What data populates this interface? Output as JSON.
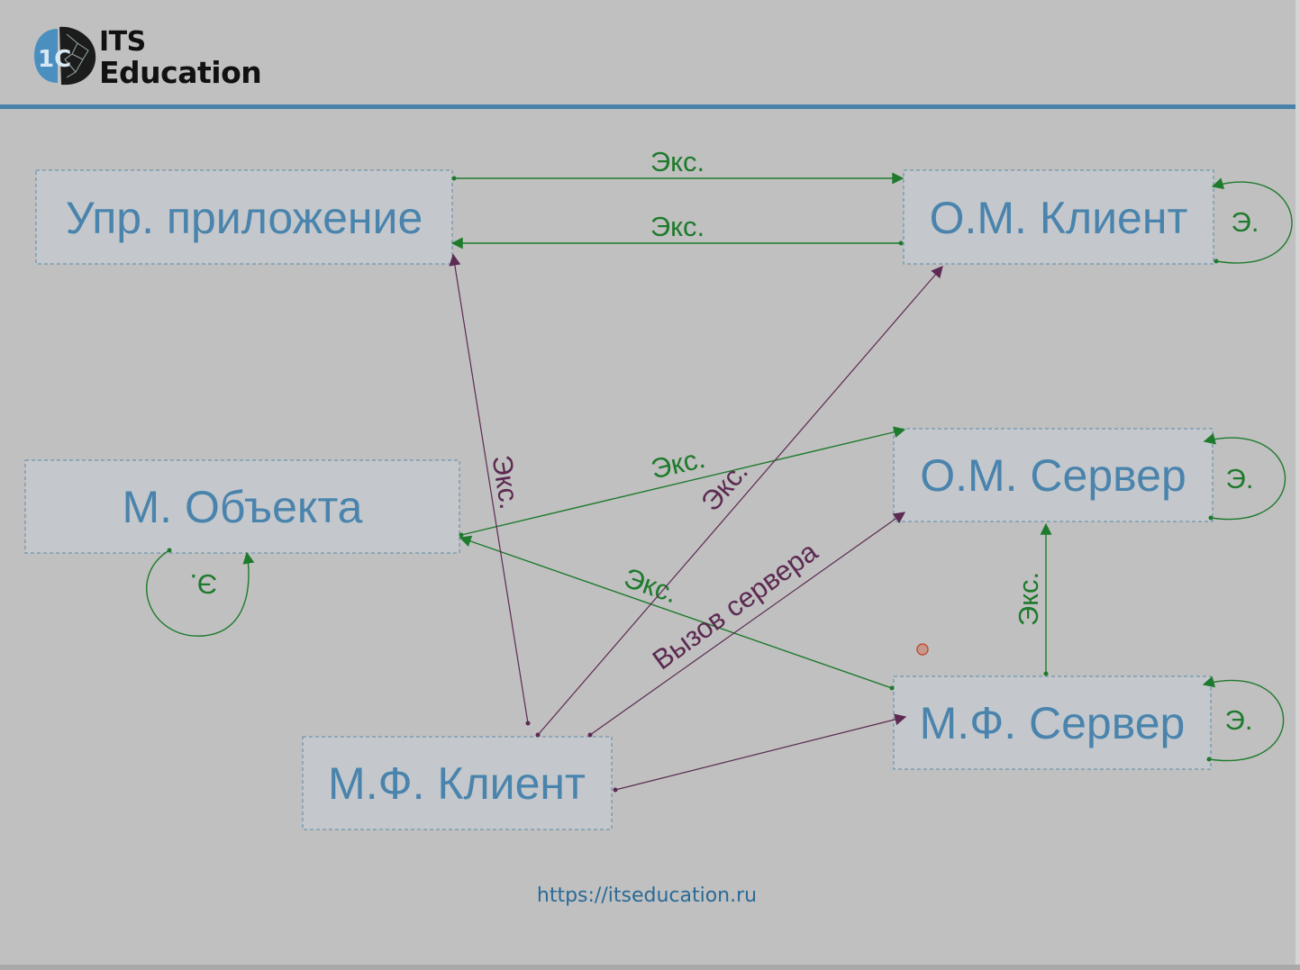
{
  "header": {
    "brand_line1": "ITS",
    "brand_line2": "Education",
    "logo_icon": "its-education-logo",
    "accent_color": "#4a82aa"
  },
  "diagram": {
    "nodes": {
      "managed_app": "Упр. приложение",
      "om_client": "О.М. Клиент",
      "object_module": "М. Объекта",
      "om_server": "О.М. Сервер",
      "form_server": "М.Ф. Сервер",
      "form_client": "М.Ф. Клиент"
    },
    "labels": {
      "export_abbr": "Экс.",
      "self_export_abbr": "Э.",
      "server_call": "Вызов сервера"
    },
    "colors": {
      "export_edge": "#1e7a2c",
      "client_edge": "#5c2a52",
      "node_text": "#4a84ad"
    },
    "edges": [
      {
        "from": "Упр. приложение",
        "to": "О.М. Клиент",
        "label": "Экс."
      },
      {
        "from": "О.М. Клиент",
        "to": "Упр. приложение",
        "label": "Экс."
      },
      {
        "from": "О.М. Клиент",
        "to": "О.М. Клиент",
        "label": "Э."
      },
      {
        "from": "М. Объекта",
        "to": "О.М. Сервер",
        "label": "Экс."
      },
      {
        "from": "М.Ф. Сервер",
        "to": "М. Объекта",
        "label": "Экс."
      },
      {
        "from": "М.Ф. Сервер",
        "to": "О.М. Сервер",
        "label": "Экс."
      },
      {
        "from": "О.М. Сервер",
        "to": "О.М. Сервер",
        "label": "Э."
      },
      {
        "from": "М.Ф. Сервер",
        "to": "М.Ф. Сервер",
        "label": "Э."
      },
      {
        "from": "М. Объекта",
        "to": "М. Объекта",
        "label": "Э."
      },
      {
        "from": "М.Ф. Клиент",
        "to": "Упр. приложение",
        "label": "Экс."
      },
      {
        "from": "М.Ф. Клиент",
        "to": "О.М. Клиент",
        "label": "Экс."
      },
      {
        "from": "М.Ф. Клиент",
        "to": "О.М. Сервер",
        "label": "Вызов сервера"
      },
      {
        "from": "М.Ф. Клиент",
        "to": "М.Ф. Сервер",
        "label": ""
      }
    ]
  },
  "footer": {
    "url": "https://itseducation.ru"
  }
}
